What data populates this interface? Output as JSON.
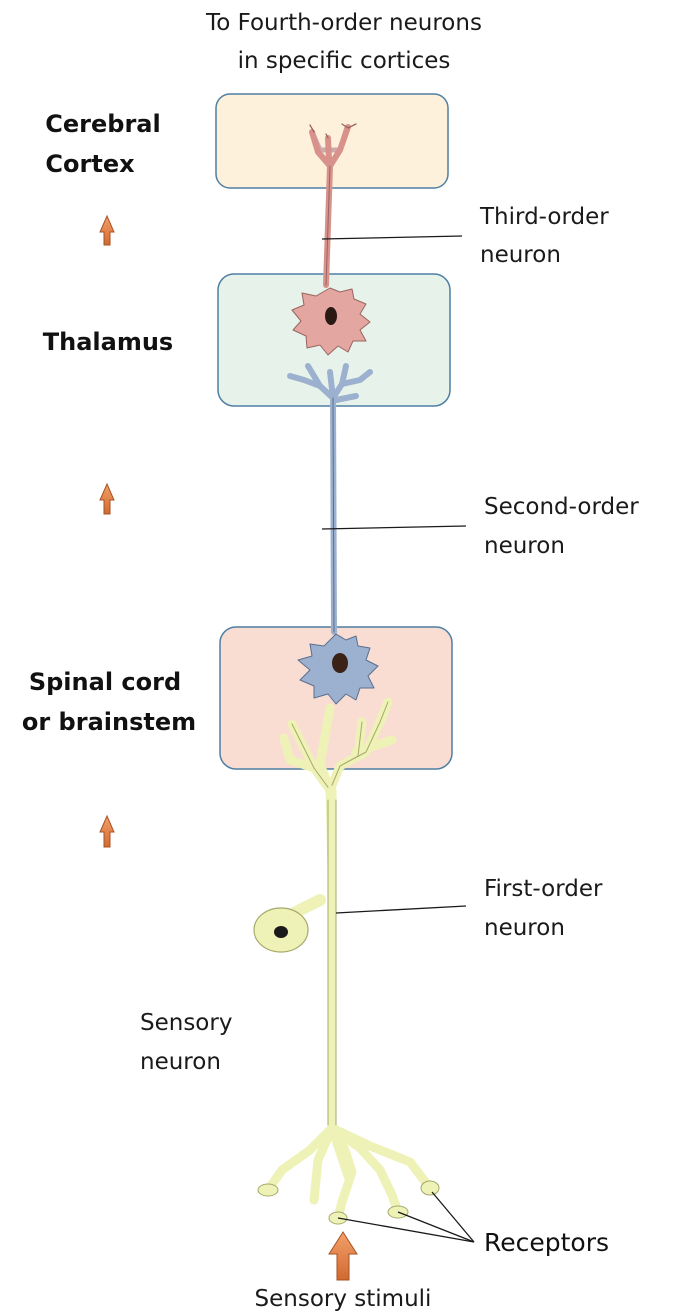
{
  "top_label": {
    "line1": "To Fourth-order neurons",
    "line2": "in specific cortices"
  },
  "regions": {
    "cortex": {
      "line1": "Cerebral",
      "line2": "Cortex"
    },
    "thalamus": {
      "line1": "Thalamus"
    },
    "spinal": {
      "line1": "Spinal cord",
      "line2": "or brainstem"
    }
  },
  "neurons": {
    "third": {
      "line1": "Third-order",
      "line2": "neuron"
    },
    "second": {
      "line1": "Second-order",
      "line2": "neuron"
    },
    "first": {
      "line1": "First-order",
      "line2": "neuron"
    }
  },
  "sensory_neuron": {
    "line1": "Sensory",
    "line2": "neuron"
  },
  "receptors": "Receptors",
  "stimulus": "Sensory stimuli",
  "colors": {
    "cortex_box": "#fdf1dc",
    "thalamus_box": "#e6f2ea",
    "spinal_box": "#f9ddd2",
    "box_border": "#4f7fa3",
    "third_neuron": "#e3a6a0",
    "second_neuron": "#9cb1cf",
    "first_neuron": "#eef2b6",
    "arrow": "#e07a3c"
  }
}
